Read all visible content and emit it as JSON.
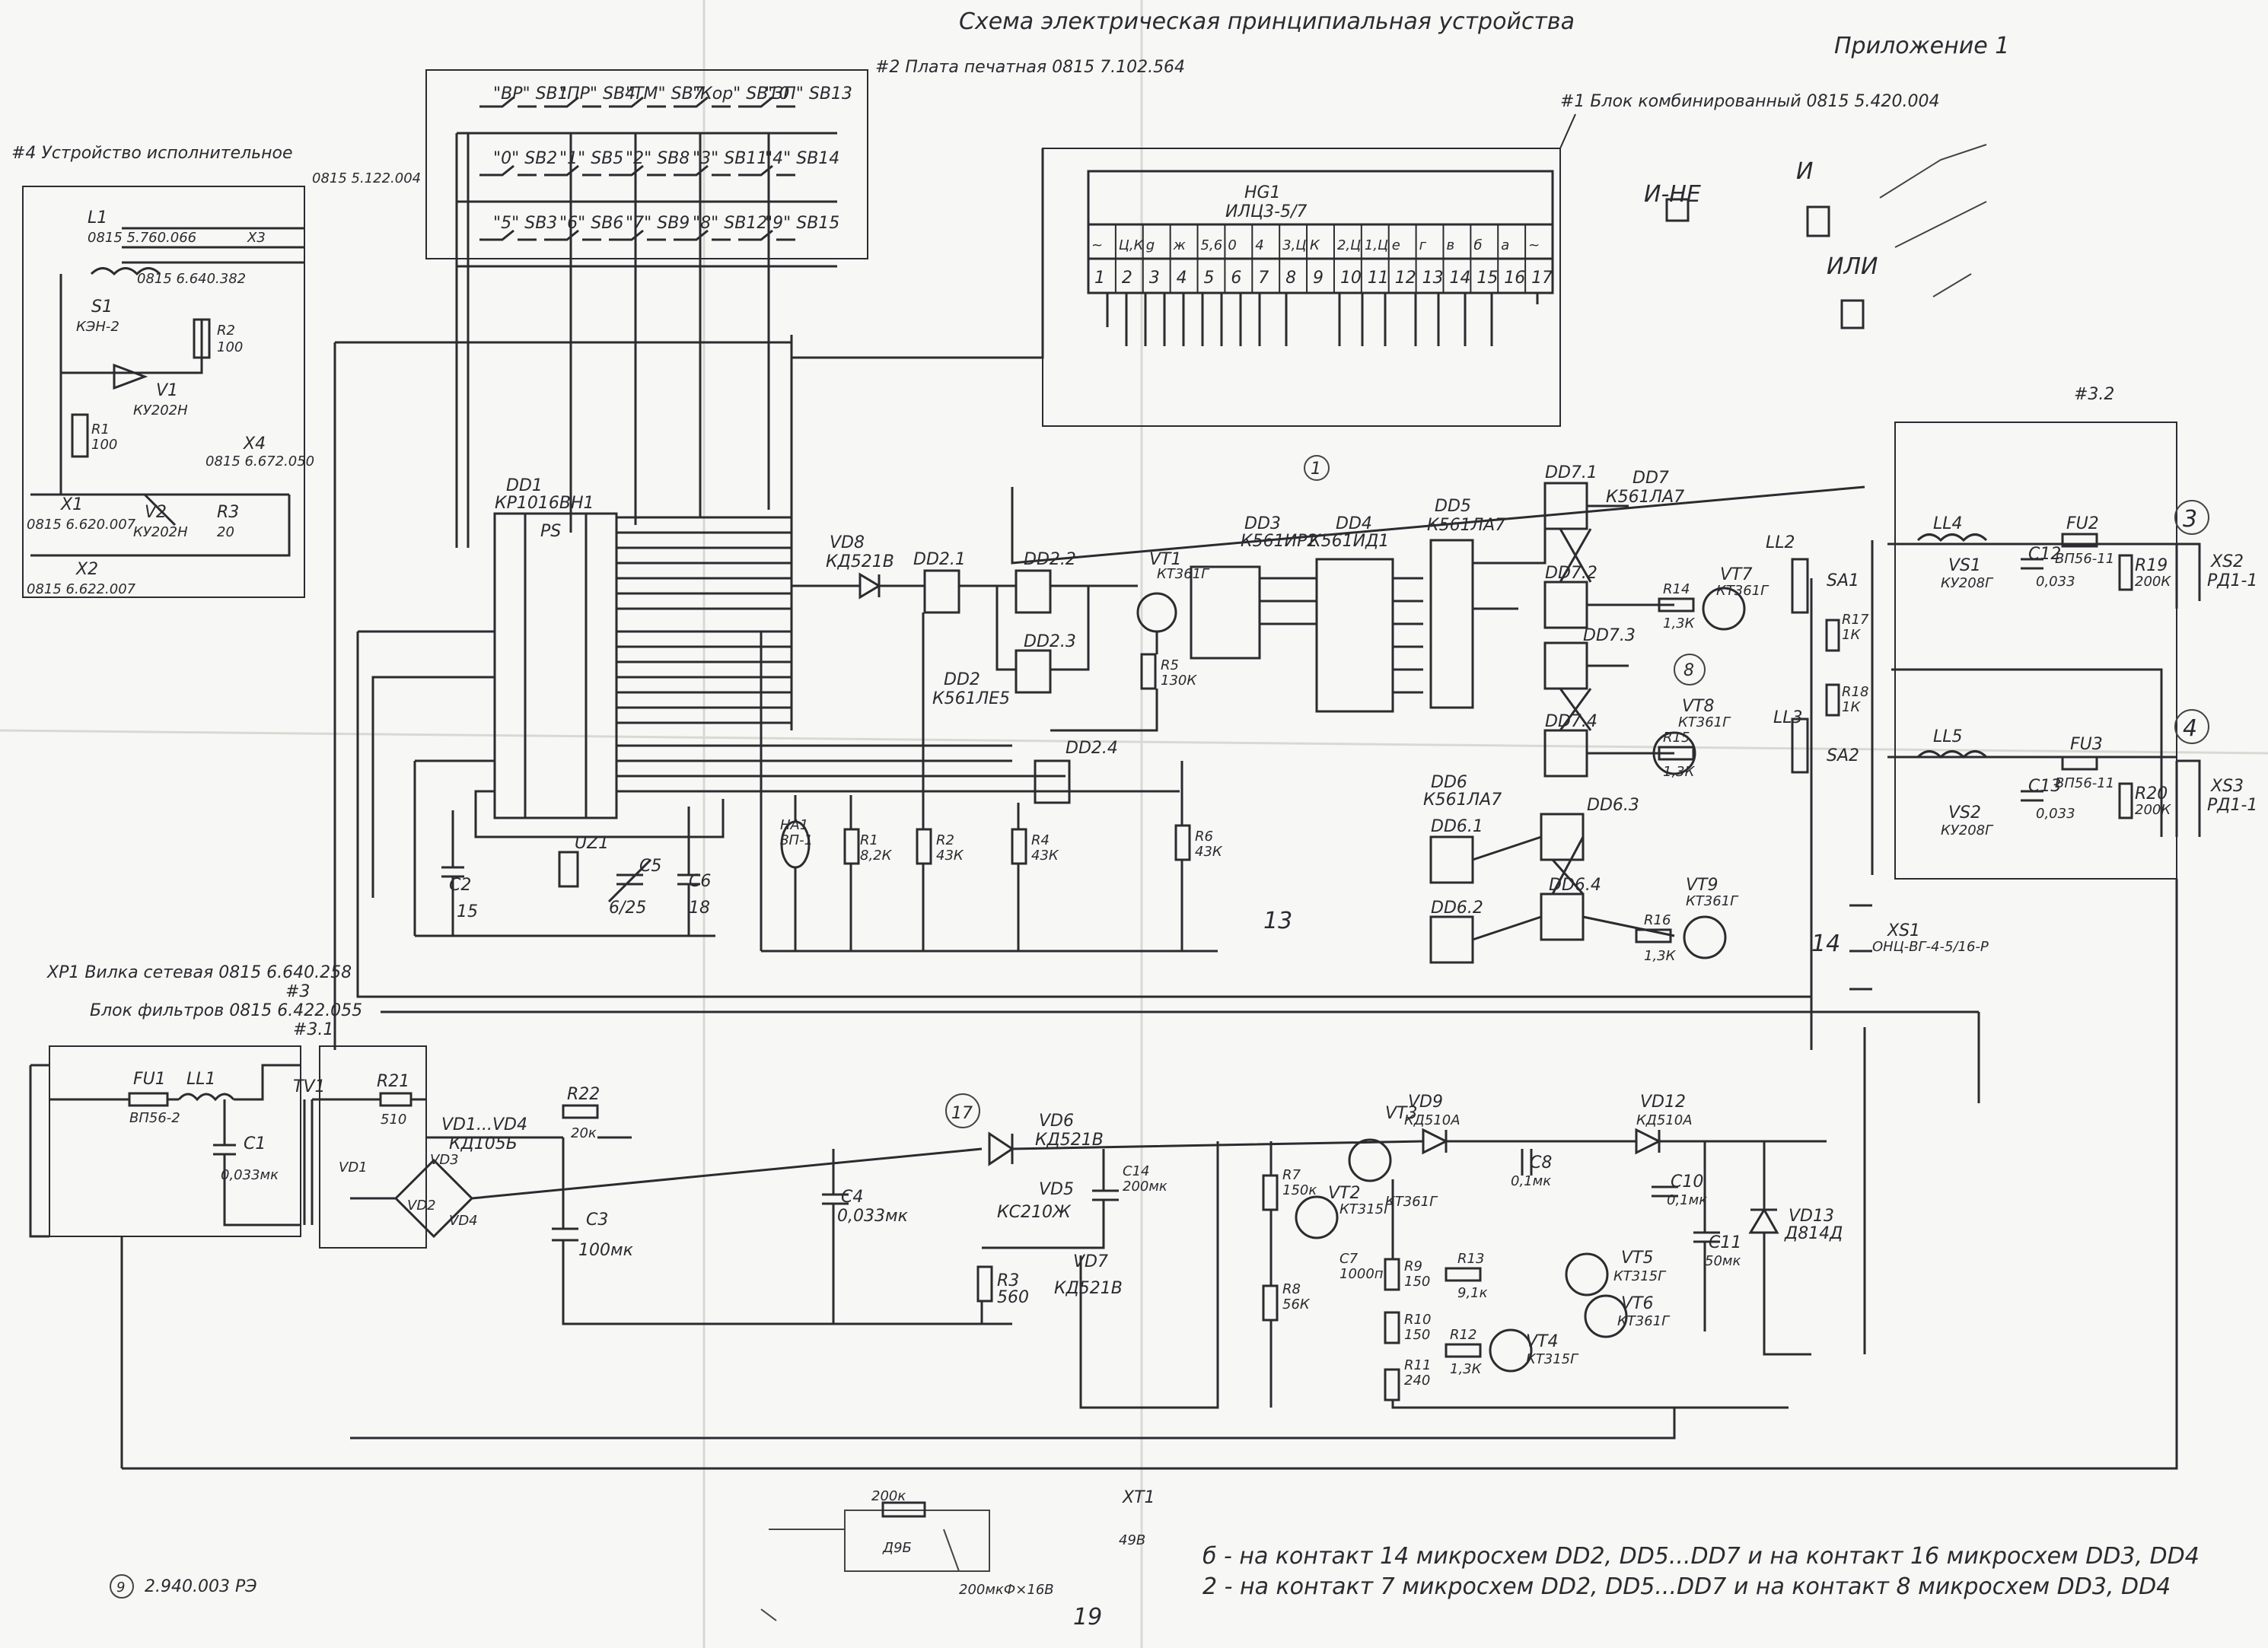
{
  "title": "Схема электрическая принципиальная устройства",
  "appendix": "Приложение 1",
  "blocks": {
    "printed_board": "#2 Плата печатная 0815 7.102.564",
    "combined_block": "#1 Блок комбинированный 0815 5.420.004",
    "executive_device": "#4 Устройство исполнительное",
    "executive_code": "0815 5.122.004",
    "plug": "XP1 Вилка сетевая 0815 6.640.258",
    "filter_block": "Блок фильтров 0815 6.422.055",
    "block_3": "#3",
    "block_31": "#3.1",
    "block_32": "#3.2"
  },
  "keys": [
    {
      "label": "\"ВР\" SB1"
    },
    {
      "label": "\"ПР\" SB4"
    },
    {
      "label": "\"ТМ\" SB7"
    },
    {
      "label": "\"Кор\" SB10"
    },
    {
      "label": "\"ЗП\" SB13"
    },
    {
      "label": "\"0\" SB2"
    },
    {
      "label": "\"1\" SB5"
    },
    {
      "label": "\"2\" SB8"
    },
    {
      "label": "\"3\" SB11"
    },
    {
      "label": "\"4\" SB14"
    },
    {
      "label": "\"5\" SB3"
    },
    {
      "label": "\"6\" SB6"
    },
    {
      "label": "\"7\" SB9"
    },
    {
      "label": "\"8\" SB12"
    },
    {
      "label": "\"9\" SB15"
    }
  ],
  "display": {
    "name": "HG1",
    "type": "ИЛЦ3-5/7",
    "segments": [
      "~",
      "Ц,К",
      "g",
      "ж",
      "5,6",
      "0",
      "4",
      "3,Ц",
      "К",
      "2,Ц",
      "1,Ц",
      "е",
      "г",
      "в",
      "б",
      "а",
      "~"
    ],
    "pins": [
      "1",
      "2",
      "3",
      "4",
      "5",
      "6",
      "7",
      "8",
      "9",
      "10",
      "11",
      "12",
      "13",
      "14",
      "15",
      "16",
      "17"
    ]
  },
  "legend": {
    "and_not": "И-НЕ",
    "and": "И",
    "or": "ИЛИ"
  },
  "components": {
    "dd1": "DD1",
    "dd1_type": "КР1016ВН1",
    "dd1_inner": "PS",
    "vd8": "VD8",
    "vd8_type": "КД521В",
    "dd21": "DD2.1",
    "dd22": "DD2.2",
    "dd23": "DD2.3",
    "dd24": "DD2.4",
    "dd2": "DD2",
    "dd2_type": "К561ЛЕ5",
    "vt1": "VT1",
    "vt1_type": "КТ361Г",
    "dd3": "DD3",
    "dd3_type": "К561ИР2",
    "dd4": "DD4",
    "dd4_type": "К561ИД1",
    "dd5": "DD5",
    "dd5_type": "К561ЛА7",
    "dd6": "DD6",
    "dd6_type": "К561ЛА7",
    "dd7": "DD7",
    "dd7_type": "К561ЛА7",
    "dd71": "DD7.1",
    "dd72": "DD7.2",
    "dd73": "DD7.3",
    "dd74": "DD7.4",
    "dd61": "DD6.1",
    "dd62": "DD6.2",
    "dd63": "DD6.3",
    "dd64": "DD6.4",
    "vt7": "VT7",
    "vt7_type": "КТ361Г",
    "vt8": "VT8",
    "vt8_type": "КТ361Г",
    "vt9": "VT9",
    "vt9_type": "КТ361Г",
    "r14": "R14",
    "r14_val": "1,3К",
    "r15": "R15",
    "r15_val": "1,3К",
    "r16": "R16",
    "r16_val": "1,3К",
    "ll2": "LL2",
    "ll3": "LL3",
    "ll4": "LL4",
    "ll5": "LL5",
    "sa1": "SA1",
    "sa2": "SA2",
    "vs1": "VS1",
    "vs1_type": "КУ208Г",
    "vs2": "VS2",
    "vs2_type": "КУ208Г",
    "fu2": "FU2",
    "fu2_type": "ВП56-11",
    "fu3": "FU3",
    "fu3_type": "ВП56-11",
    "c12": "C12",
    "c12_val": "0,033",
    "c13": "C13",
    "c13_val": "0,033",
    "r19": "R19",
    "r19_val": "200К",
    "r20": "R20",
    "r20_val": "200К",
    "r17": "R17",
    "r17_val": "1К",
    "r18": "R18",
    "r18_val": "1К",
    "xs2": "XS2",
    "xs2_type": "РД1-1",
    "xs3": "XS3",
    "xs3_type": "РД1-1",
    "xs1": "XS1",
    "xs1_type": "ОНЦ-ВГ-4-5/16-Р",
    "ha1": "HA1",
    "ha1_type": "ЗП-1",
    "r1": "R1",
    "r1_val": "8,2К",
    "r2": "R2",
    "r2_val": "43К",
    "r4": "R4",
    "r4_val": "43К",
    "r5": "R5",
    "r5_val": "130К",
    "r6": "R6",
    "r6_val": "43К",
    "c2": "C2",
    "c2_val": "15",
    "c5": "C5",
    "c5_val": "6/25",
    "c6": "C6",
    "c6_val": "18",
    "uz1": "UZ1",
    "l1": "L1",
    "l1_code": "0815 5.760.066",
    "x3": "X3",
    "x3_code": "0815 6.640.382",
    "s1": "S1",
    "s1_type": "КЭН-2",
    "r2e": "R2",
    "r2e_val": "100",
    "v1": "V1",
    "v1_type": "КУ202Н",
    "r1e": "R1",
    "r1e_val": "100",
    "x4": "X4",
    "x4_code": "0815 6.672.050",
    "x1": "X1",
    "x1_code": "0815 6.620.007",
    "v2": "V2",
    "v2_type": "КУ202Н",
    "r3e": "R3",
    "r3e_val": "20",
    "x2": "X2",
    "x2_code": "0815 6.622.007",
    "fu1": "FU1",
    "fu1_type": "ВП56-2",
    "ll1": "LL1",
    "c1": "C1",
    "c1_val": "0,033мк",
    "tv1": "TV1",
    "r21": "R21",
    "r21_val": "510",
    "r22": "R22",
    "r22_val": "20к",
    "vd14": "VD1...VD4",
    "vd14_type": "КД105Б",
    "vd1": "VD1",
    "vd2": "VD2",
    "vd3": "VD3",
    "vd4": "VD4",
    "c3": "C3",
    "c3_val": "100мк",
    "c4": "C4",
    "c4_val": "0,033мк",
    "vd6": "VD6",
    "vd6_type": "КД521В",
    "vd5": "VD5",
    "vd5_type": "КС210Ж",
    "c14": "C14",
    "c14_val": "200мк",
    "vd7": "VD7",
    "vd7_type": "КД521В",
    "r3": "R3",
    "r3_val": "560",
    "r7": "R7",
    "r7_val": "150к",
    "vt2": "VT2",
    "vt2_type": "КТ315Г",
    "vt3": "VT3",
    "vt3_type": "КТ361Г",
    "c7": "C7",
    "c7_val": "1000п",
    "r8": "R8",
    "r8_val": "56К",
    "vd9": "VD9",
    "vd9_type": "КД510А",
    "c8": "C8",
    "c8_val": "0,1мк",
    "vd12": "VD12",
    "vd12_type": "КД510А",
    "c10": "C10",
    "c10_val": "0,1мк",
    "c11": "C11",
    "c11_val": "50мк",
    "vd13": "VD13",
    "vd13_type": "Д814Д",
    "r9": "R9",
    "r9_val": "150",
    "r10": "R10",
    "r10_val": "150",
    "r11": "R11",
    "r11_val": "240",
    "r12": "R12",
    "r12_val": "1,3К",
    "r13": "R13",
    "r13_val": "9,1к",
    "vt4": "VT4",
    "vt4_type": "КТ315Г",
    "vt5": "VT5",
    "vt5_type": "КТ315Г",
    "vt6": "VT6",
    "vt6_type": "КТ361Г",
    "xt1": "XT1",
    "xt1_label": "49В"
  },
  "hand_notes": {
    "n1": "1",
    "n3": "3",
    "n4": "4",
    "n8": "8",
    "n9": "9",
    "n13": "13",
    "n14": "14",
    "n17": "17",
    "sketch_r": "200к",
    "sketch_d": "Д9Б",
    "sketch_c": "200мкФ×16В"
  },
  "notes": [
    "б - на контакт 14 микросхем DD2, DD5...DD7 и на контакт 16 микросхем DD3, DD4",
    "2 - на контакт 7 микросхем DD2, DD5...DD7 и на контакт 8 микросхем DD3, DD4"
  ],
  "doc_code": "2.940.003 РЭ",
  "page_number": "19"
}
